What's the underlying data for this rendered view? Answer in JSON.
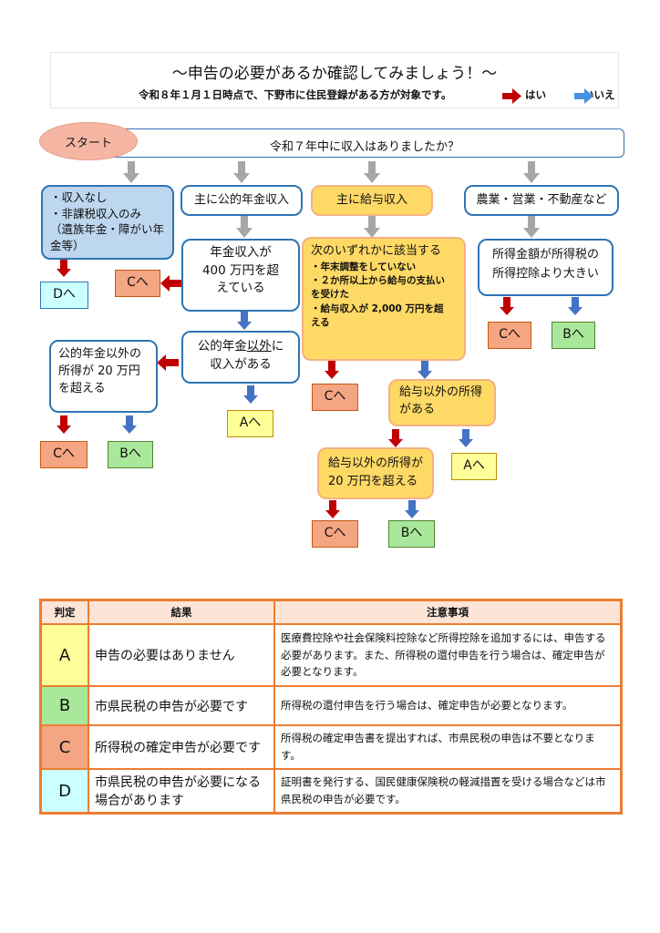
{
  "header": {
    "title": "～申告の必要があるか確認してみましょう！～",
    "subtitle": "令和８年１月１日時点で、下野市に住民登録がある方が対象です。",
    "legend_yes": "はい",
    "legend_no": "いいえ",
    "colors": {
      "yes": "#c00000",
      "no": "#4472c4"
    }
  },
  "flow": {
    "start": "スタート",
    "question": "令和７年中に収入はありましたか？",
    "branch_none": "・収入なし\n・非課税収入のみ\n（遺族年金・障がい年金等）",
    "branch_pension": "主に公的年金収入",
    "branch_salary": "主に給与収入",
    "branch_business": "農業・営業・不動産など",
    "pension_q1": "年金収入が\n400 万円を超\nえている",
    "pension_q2_prefix": "公的年金",
    "pension_q2_underline": "以外",
    "pension_q2_suffix": "に\n収入がある",
    "pension_q3": "公的年金以外の\n所得が 20 万円\nを超える",
    "salary_q1_title": "次のいずれかに該当する",
    "salary_q1_items": [
      "・年末調整をしていない",
      "・２か所以上から給与の支払い\nを受けた",
      "・給与収入が 2,000 万円を超\nえる"
    ],
    "salary_q2": "給与以外の所得\nがある",
    "salary_q3": "給与以外の所得が\n20 万円を超える",
    "business_q1": "所得金額が所得税の\n所得控除より大きい",
    "results": {
      "A": "Aへ",
      "B": "Bへ",
      "C": "Cへ",
      "D": "Dへ"
    }
  },
  "table": {
    "headers": [
      "判定",
      "結果",
      "注意事項"
    ],
    "rows": [
      {
        "grade": "A",
        "result": "申告の必要はありません",
        "note": "医療費控除や社会保険料控除など所得控除を追加するには、申告する必要があります。また、所得税の還付申告を行う場合は、確定申告が必要となります。"
      },
      {
        "grade": "B",
        "result": "市県民税の申告が必要です",
        "note": "所得税の還付申告を行う場合は、確定申告が必要となります。"
      },
      {
        "grade": "C",
        "result": "所得税の確定申告が必要です",
        "note": "所得税の確定申告書を提出すれば、市県民税の申告は不要となります。"
      },
      {
        "grade": "D",
        "result": "市県民税の申告が必要になる場合があります",
        "note": "証明書を発行する、国民健康保険税の軽減措置を受ける場合などは市県民税の申告が必要です。"
      }
    ]
  }
}
